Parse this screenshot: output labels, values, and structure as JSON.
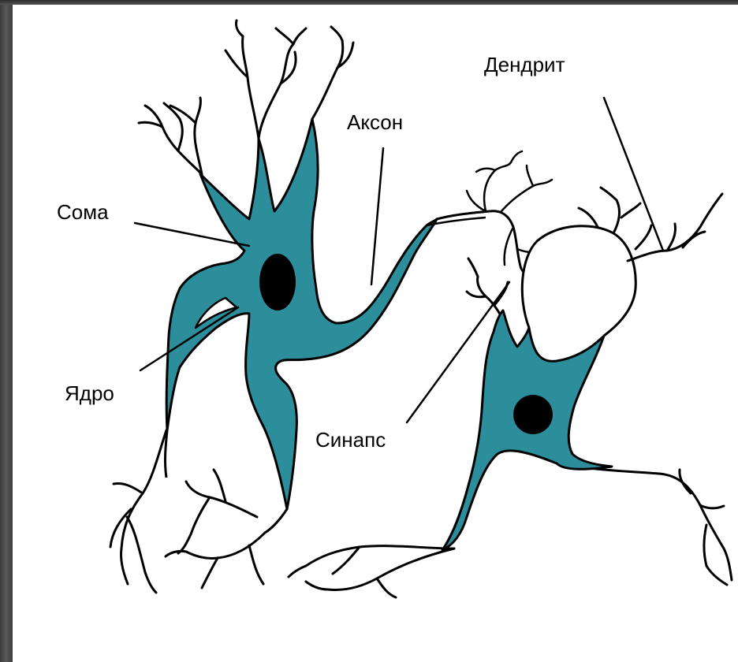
{
  "labels": {
    "dendrite": "Дендрит",
    "axon": "Аксон",
    "soma": "Сома",
    "nucleus": "Ядро",
    "synapse": "Синапс"
  },
  "colors": {
    "cell_fill": "#2c8d9b",
    "nucleus_fill": "#000000",
    "outline": "#000000",
    "background": "#ffffff",
    "frame": "#3c3c3c"
  }
}
